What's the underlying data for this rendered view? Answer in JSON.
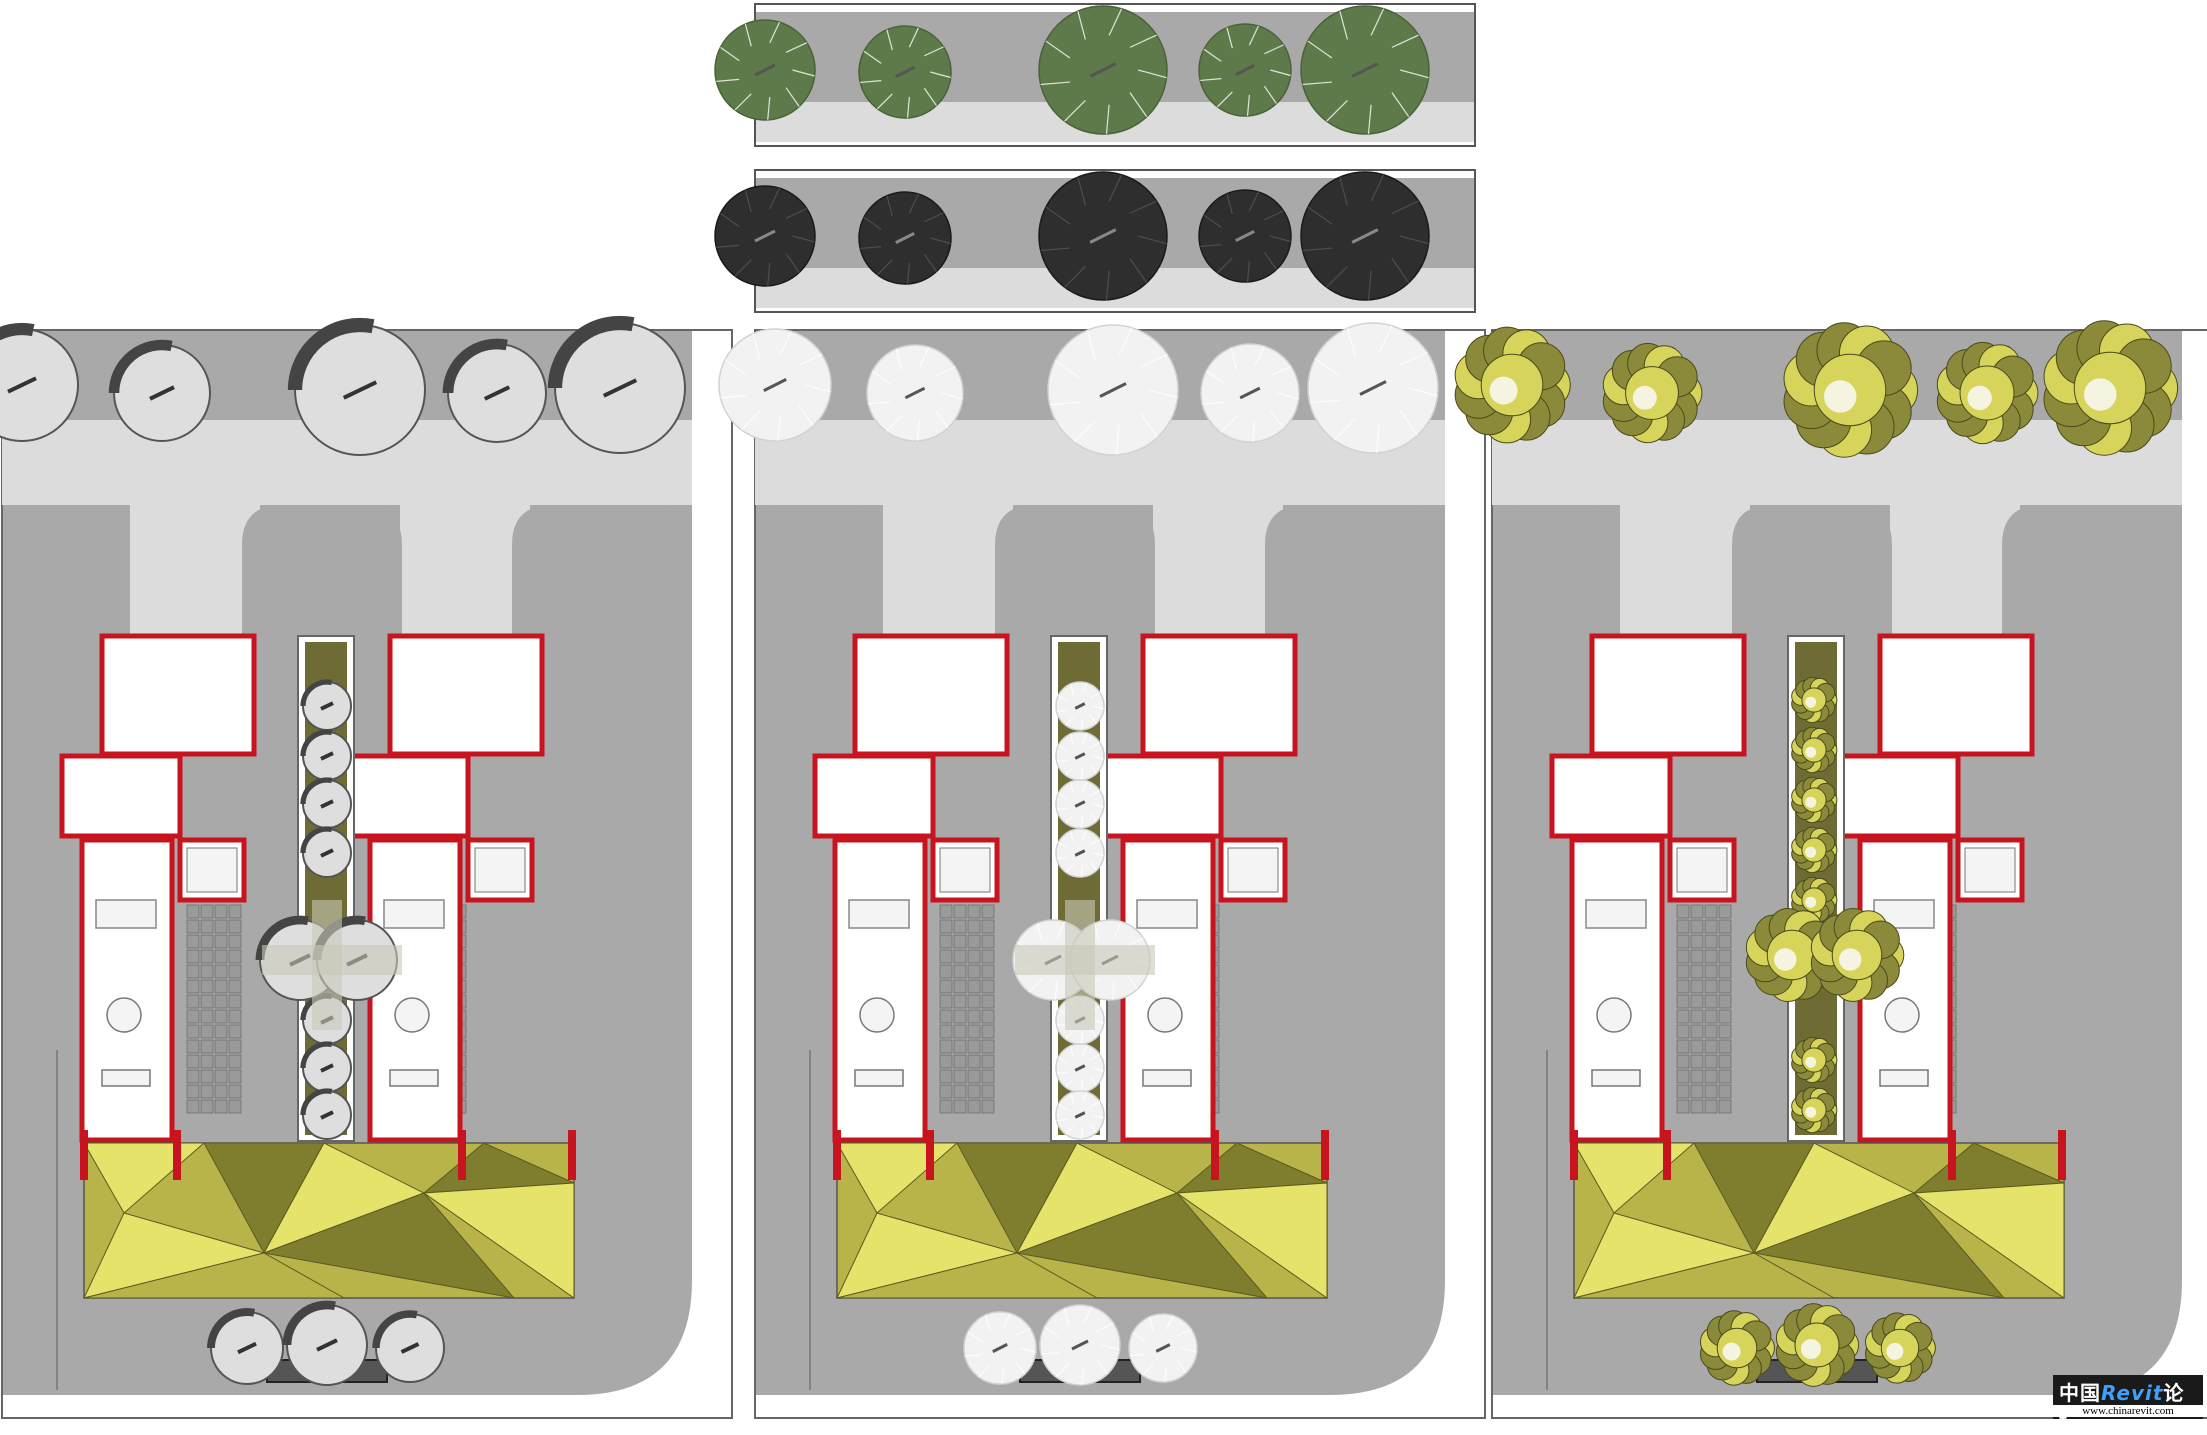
{
  "colors": {
    "road": "#a9a9a9",
    "sidewalk": "#dcdcdc",
    "wall_red": "#c8141e",
    "wall_dark": "#5a1010",
    "roof_light": "#e5e36a",
    "roof_mid": "#b8b44a",
    "roof_dark": "#7f7d2e",
    "hedge": "#6e6c34",
    "tree_green": "#5e7a4a",
    "tree_dark": "#2e2e2e",
    "tree_white": "#f2f2f2",
    "tree_yellow": "#d6d45a",
    "tree_olive": "#8a8a3a"
  },
  "panels": [
    {
      "id": "plan-outline",
      "tree_style": "outline"
    },
    {
      "id": "plan-white",
      "tree_style": "white"
    },
    {
      "id": "plan-realistic",
      "tree_style": "foliage"
    }
  ],
  "strips": [
    {
      "id": "strip-green",
      "tree_style": "green"
    },
    {
      "id": "strip-dark",
      "tree_style": "dark"
    }
  ],
  "watermark": {
    "cn_prefix": "中国",
    "brand": "Revit",
    "cn_suffix": "论坛",
    "url": "www.chinarevit.com"
  }
}
